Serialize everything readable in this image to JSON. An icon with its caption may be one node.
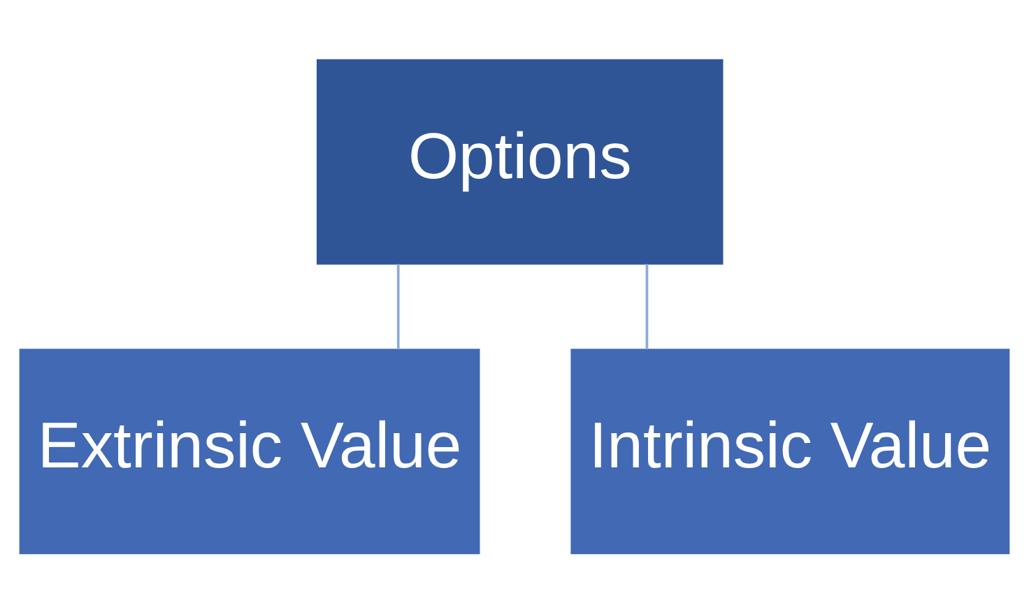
{
  "diagram": {
    "nodes": [
      {
        "text": [
          "Options"
        ]
      },
      {
        "text": [
          "Extrinsic Value"
        ]
      },
      {
        "text": [
          "Intrinsic Value"
        ]
      }
    ],
    "edges": [
      {
        "from": 0,
        "to": 1,
        "arrow": "none"
      },
      {
        "from": 0,
        "to": 2,
        "arrow": "none"
      }
    ]
  }
}
